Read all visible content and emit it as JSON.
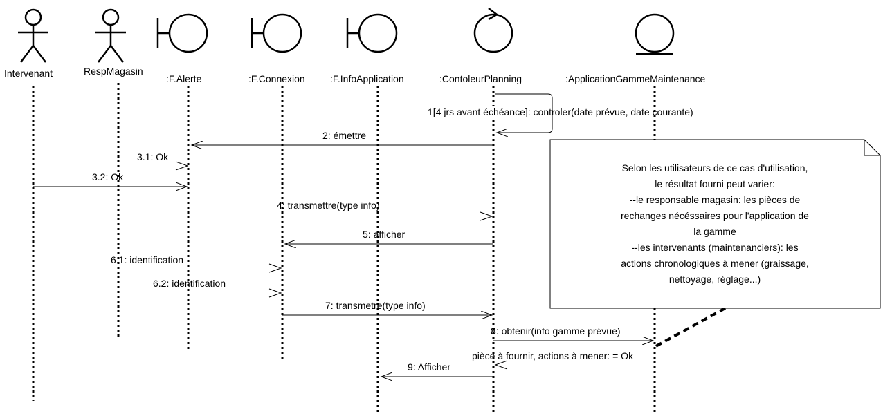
{
  "participants": [
    {
      "id": "intervenant",
      "label": "Intervenant",
      "kind": "actor"
    },
    {
      "id": "respmagasin",
      "label": "RespMagasin",
      "kind": "actor"
    },
    {
      "id": "falerte",
      "label": ":F.Alerte",
      "kind": "boundary"
    },
    {
      "id": "fconnexion",
      "label": ":F.Connexion",
      "kind": "boundary"
    },
    {
      "id": "finfoapplication",
      "label": ":F.InfoApplication",
      "kind": "boundary"
    },
    {
      "id": "controleurplanning",
      "label": ":ContoleurPlanning",
      "kind": "control"
    },
    {
      "id": "applicationgamme",
      "label": ":ApplicationGammeMaintenance",
      "kind": "entity"
    }
  ],
  "messages": [
    {
      "id": "m1",
      "label": "1[4 jrs avant échéance]: controler(date prévue, date courante)",
      "from": "controleurplanning",
      "to": "controleurplanning",
      "kind": "self"
    },
    {
      "id": "m2",
      "label": "2: émettre",
      "from": "controleurplanning",
      "to": "falerte",
      "kind": "sync"
    },
    {
      "id": "m31",
      "label": "3.1: Ok",
      "from": "respmagasin",
      "to": "falerte",
      "kind": "async-partial"
    },
    {
      "id": "m32",
      "label": "3.2: Ok",
      "from": "intervenant",
      "to": "falerte",
      "kind": "async"
    },
    {
      "id": "m4",
      "label": "4: transmettre(type info)",
      "from": "finfoapplication",
      "to": "controleurplanning",
      "kind": "async-partial"
    },
    {
      "id": "m5",
      "label": "5: afficher",
      "from": "controleurplanning",
      "to": "fconnexion",
      "kind": "async"
    },
    {
      "id": "m61",
      "label": "6.1: identification",
      "from": "falerte",
      "to": "fconnexion",
      "kind": "async-partial"
    },
    {
      "id": "m62",
      "label": "6.2: identification",
      "from": "falerte",
      "to": "fconnexion",
      "kind": "async-partial"
    },
    {
      "id": "m7",
      "label": "7: transmetre(type info)",
      "from": "fconnexion",
      "to": "controleurplanning",
      "kind": "async"
    },
    {
      "id": "m8",
      "label": "8: obtenir(info gamme prévue)",
      "from": "controleurplanning",
      "to": "applicationgamme",
      "kind": "async"
    },
    {
      "id": "m8r",
      "label": "pièce à fournir, actions à mener: = Ok",
      "from": "applicationgamme",
      "to": "controleurplanning",
      "kind": "async-partial"
    },
    {
      "id": "m9",
      "label": "9: Afficher",
      "from": "controleurplanning",
      "to": "finfoapplication",
      "kind": "async"
    }
  ],
  "note": {
    "lines": [
      "Selon les utilisateurs de ce cas d'utilisation,",
      "le résultat fourni peut varier:",
      "--le responsable magasin: les pièces de",
      "rechanges nécéssaires pour l'application de",
      "la gamme",
      "--les intervenants (maintenanciers): les",
      "actions chronologiques à mener (graissage,",
      "nettoyage, réglage...)"
    ]
  }
}
